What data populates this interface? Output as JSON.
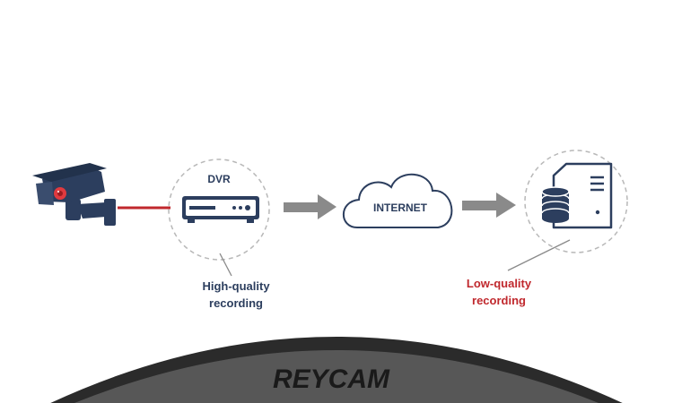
{
  "diagram": {
    "dvr_label": "DVR",
    "internet_label": "INTERNET",
    "high_quality_line1": "High-quality",
    "high_quality_line2": "recording",
    "low_quality_line1": "Low-quality",
    "low_quality_line2": "recording",
    "brand_logo": "REYCAM"
  },
  "colors": {
    "navy": "#2c3e5e",
    "red_accent": "#c0282d",
    "arrow_gray": "#8a8a8a",
    "dashed_circle": "#b8b8b8",
    "dome_dark": "#2b2b2b",
    "dome_mid": "#575757"
  },
  "icons": [
    "security-camera-icon",
    "dvr-recorder-icon",
    "arrow-right-icon",
    "cloud-icon",
    "server-database-icon"
  ]
}
